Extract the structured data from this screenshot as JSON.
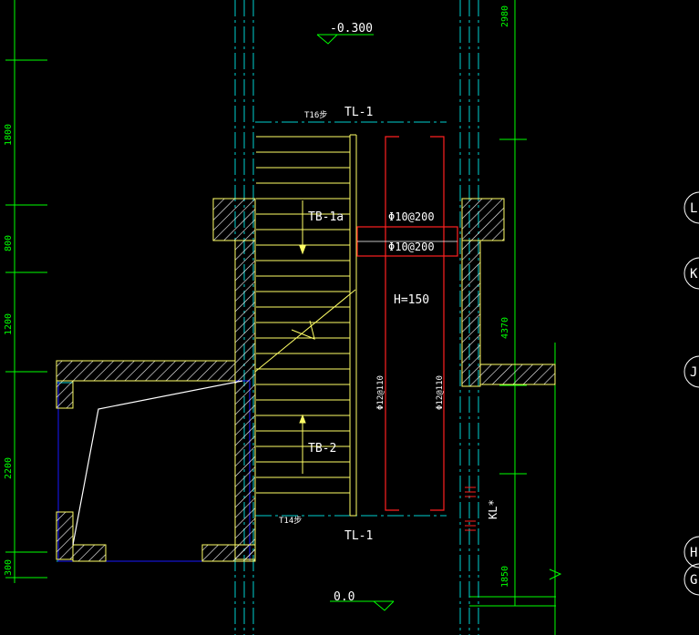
{
  "colors": {
    "background": "#000000",
    "cyan": "#00d0d0",
    "green": "#00ff00",
    "yellow": "#ffff66",
    "red": "#ff2020",
    "white": "#ffffff",
    "blue": "#1818ff"
  },
  "elevations": {
    "top": "-0.300",
    "bottom": "0.0"
  },
  "dimensions_left": {
    "d1": "1800",
    "d2": "800",
    "d3": "1200",
    "d4": "2200",
    "d5": "300"
  },
  "dimensions_right": {
    "d1": "2980",
    "d2": "4370",
    "d3": "1850"
  },
  "beams": {
    "top": "TL-1",
    "bottom": "TL-1",
    "side": "KL*"
  },
  "steps": {
    "top": "T16步",
    "bottom": "T14步"
  },
  "slabs": {
    "upper": "TB-1a",
    "lower": "TB-2"
  },
  "slab_rebar": {
    "top_label": "Φ10@200",
    "bottom_label": "Φ10@200",
    "thickness": "H=150",
    "left_vertical": "Φ12@110",
    "right_vertical": "Φ12@110"
  },
  "grid_bubbles": [
    {
      "label": "L"
    },
    {
      "label": "K"
    },
    {
      "label": "J"
    },
    {
      "label": "H"
    },
    {
      "label": "G"
    }
  ]
}
